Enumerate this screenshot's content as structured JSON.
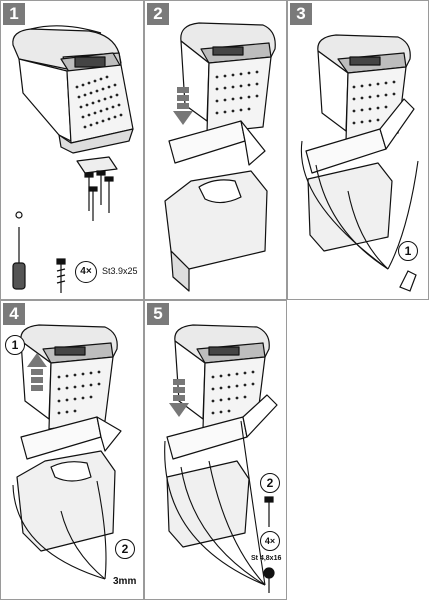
{
  "steps": [
    {
      "number": "1",
      "screw_count": "4×",
      "screw_spec": "St3.9x25"
    },
    {
      "number": "2"
    },
    {
      "number": "3",
      "callout": "1"
    },
    {
      "number": "4",
      "callout_top": "1",
      "callout_bottom": "2",
      "drill": "3mm"
    },
    {
      "number": "5",
      "callout": "2",
      "screw_count": "4×",
      "screw_spec": "St 4,8x16"
    }
  ],
  "colors": {
    "badge": "#7a7a7a",
    "border": "#9a9a9a",
    "ink": "#111111"
  }
}
